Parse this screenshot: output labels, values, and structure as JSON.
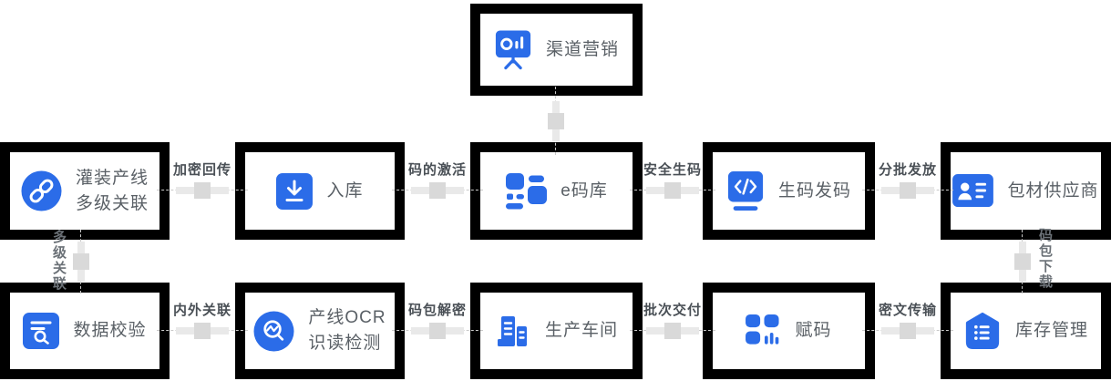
{
  "diagram": {
    "background": "#ffffff",
    "accent_blue": "#2b6ce8",
    "nodes": [
      {
        "id": "channel-marketing",
        "label": "渠道营销",
        "icon": "presentation-chart-icon"
      },
      {
        "id": "filling-line-association",
        "label": "灌装产线",
        "label2": "多级关联",
        "icon": "chain-link-icon"
      },
      {
        "id": "warehouse-in",
        "label": "入库",
        "icon": "download-tray-icon"
      },
      {
        "id": "e-code-library",
        "label": "e码库",
        "icon": "code-library-icon"
      },
      {
        "id": "code-generation",
        "label": "生码发码",
        "icon": "code-tag-icon"
      },
      {
        "id": "packaging-supplier",
        "label": "包材供应商",
        "icon": "id-card-icon"
      },
      {
        "id": "data-validation",
        "label": "数据校验",
        "icon": "document-search-icon"
      },
      {
        "id": "line-ocr",
        "label": "产线OCR",
        "label2": "识读检测",
        "icon": "ocr-magnifier-icon"
      },
      {
        "id": "production-workshop",
        "label": "生产车间",
        "icon": "factory-building-icon"
      },
      {
        "id": "code-assignment",
        "label": "赋码",
        "icon": "qr-blocks-icon"
      },
      {
        "id": "inventory-management",
        "label": "库存管理",
        "icon": "warehouse-list-icon"
      }
    ],
    "connectors": {
      "encrypted_upload": "加密回传",
      "code_activation": "码的激活",
      "secure_code_generation": "安全生码",
      "batch_issuance": "分批发放",
      "multi_level_association": "多级关联",
      "code_package_download": "码包下载",
      "internal_external_association": "内外关联",
      "code_package_decryption": "码包解密",
      "batch_delivery": "批次交付",
      "ciphertext_transmission": "密文传输"
    }
  }
}
